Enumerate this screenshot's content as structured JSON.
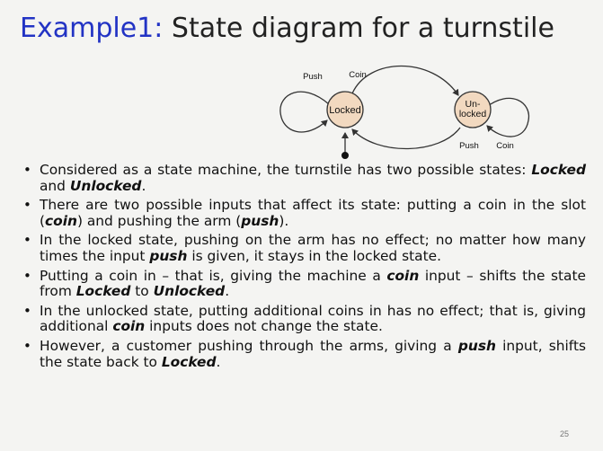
{
  "slide": {
    "title_prefix": "Example1:",
    "title_rest": " State diagram for a turnstile",
    "page_number": "25"
  },
  "diagram": {
    "state_locked": "Locked",
    "state_unlocked_line1": "Un-",
    "state_unlocked_line2": "locked",
    "label_push_locked": "Push",
    "label_coin_top": "Coin",
    "label_push_unlocked": "Push",
    "label_coin_unlocked": "Coin",
    "colors": {
      "state_fill": "#f2d9c0",
      "stroke": "#333333"
    }
  },
  "bullets": [
    {
      "parts": [
        "Considered as a state machine, the turnstile has two possible states: ",
        "Locked",
        " and ",
        "Unlocked",
        "."
      ]
    },
    {
      "parts": [
        "There are two possible inputs that affect its state: putting a coin in the slot (",
        "coin",
        ") and pushing the arm (",
        "push",
        ")."
      ]
    },
    {
      "parts": [
        "In the locked state, pushing on the arm has no effect; no matter how many times the input ",
        "push",
        " is given, it stays in the locked state."
      ]
    },
    {
      "parts": [
        "Putting a coin in – that is, giving the machine a ",
        "coin",
        " input – shifts the state from ",
        "Locked",
        " to ",
        "Unlocked",
        "."
      ]
    },
    {
      "parts": [
        "In the unlocked state, putting additional coins in has no effect; that is, giving additional ",
        "coin",
        " inputs does not change the state."
      ]
    },
    {
      "parts": [
        "However, a customer pushing through the arms, giving a ",
        "push",
        " input, shifts the state back to ",
        "Locked",
        "."
      ]
    }
  ]
}
